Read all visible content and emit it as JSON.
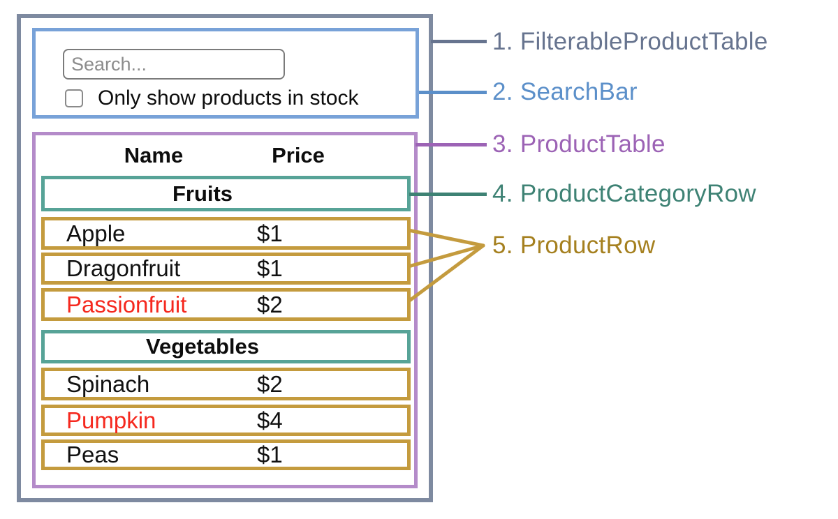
{
  "search_bar": {
    "placeholder": "Search...",
    "checkbox_label": "Only show products in stock",
    "checkbox_checked": false
  },
  "product_table": {
    "columns": [
      "Name",
      "Price"
    ],
    "sections": [
      {
        "category": "Fruits",
        "rows": [
          {
            "name": "Apple",
            "price": "$1",
            "in_stock": true,
            "name_color": "#111111"
          },
          {
            "name": "Dragonfruit",
            "price": "$1",
            "in_stock": true,
            "name_color": "#111111"
          },
          {
            "name": "Passionfruit",
            "price": "$2",
            "in_stock": false,
            "name_color": "#f5281e"
          }
        ]
      },
      {
        "category": "Vegetables",
        "rows": [
          {
            "name": "Spinach",
            "price": "$2",
            "in_stock": true,
            "name_color": "#111111"
          },
          {
            "name": "Pumpkin",
            "price": "$4",
            "in_stock": false,
            "name_color": "#f5281e"
          },
          {
            "name": "Peas",
            "price": "$1",
            "in_stock": true,
            "name_color": "#111111"
          }
        ]
      }
    ]
  },
  "legend": {
    "items": [
      {
        "label": "1. FilterableProductTable",
        "color": "#67748f"
      },
      {
        "label": "2. SearchBar",
        "color": "#5b8fc9"
      },
      {
        "label": "3. ProductTable",
        "color": "#9c63b5"
      },
      {
        "label": "4. ProductCategoryRow",
        "color": "#3e8274"
      },
      {
        "label": "5. ProductRow",
        "color": "#a5801f"
      }
    ]
  },
  "colors": {
    "outer_border": "#7e8aa0",
    "searchbar_border": "#78a2d8",
    "producttable_border": "#b48bc9",
    "category_border": "#57a397",
    "row_border": "#c49b3e",
    "arrow": "#c49b3e",
    "out_of_stock_text": "#f5281e"
  }
}
